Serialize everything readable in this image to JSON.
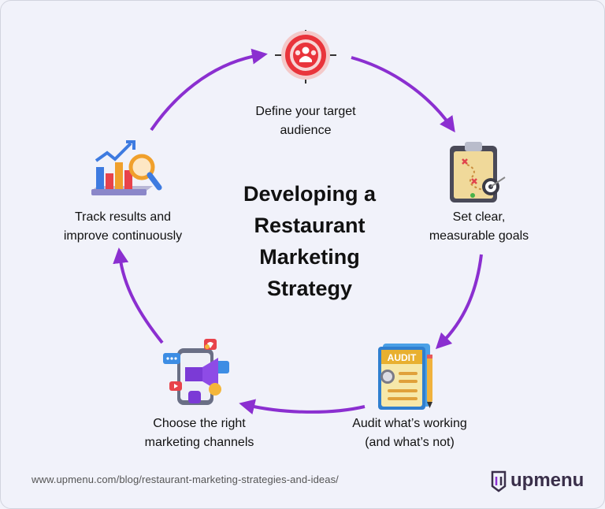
{
  "title_lines": [
    "Developing a",
    "Restaurant",
    "Marketing",
    "Strategy"
  ],
  "steps": [
    {
      "lines": [
        "Define your target",
        "audience"
      ],
      "icon": "target-audience-icon"
    },
    {
      "lines": [
        "Set clear,",
        "measurable goals"
      ],
      "icon": "clipboard-goals-icon"
    },
    {
      "lines": [
        "Audit what’s working",
        "(and what’s not)"
      ],
      "icon": "audit-document-icon"
    },
    {
      "lines": [
        "Choose the right",
        "marketing channels"
      ],
      "icon": "megaphone-channels-icon"
    },
    {
      "lines": [
        "Track results and",
        "improve continuously"
      ],
      "icon": "chart-magnifier-icon"
    }
  ],
  "footer": {
    "url": "www.upmenu.com/blog/restaurant-marketing-strategies-and-ideas/",
    "brand": "upmenu"
  },
  "colors": {
    "arrow": "#8b2fd0",
    "accent_red": "#e9343b",
    "brand": "#3a2f4a"
  }
}
